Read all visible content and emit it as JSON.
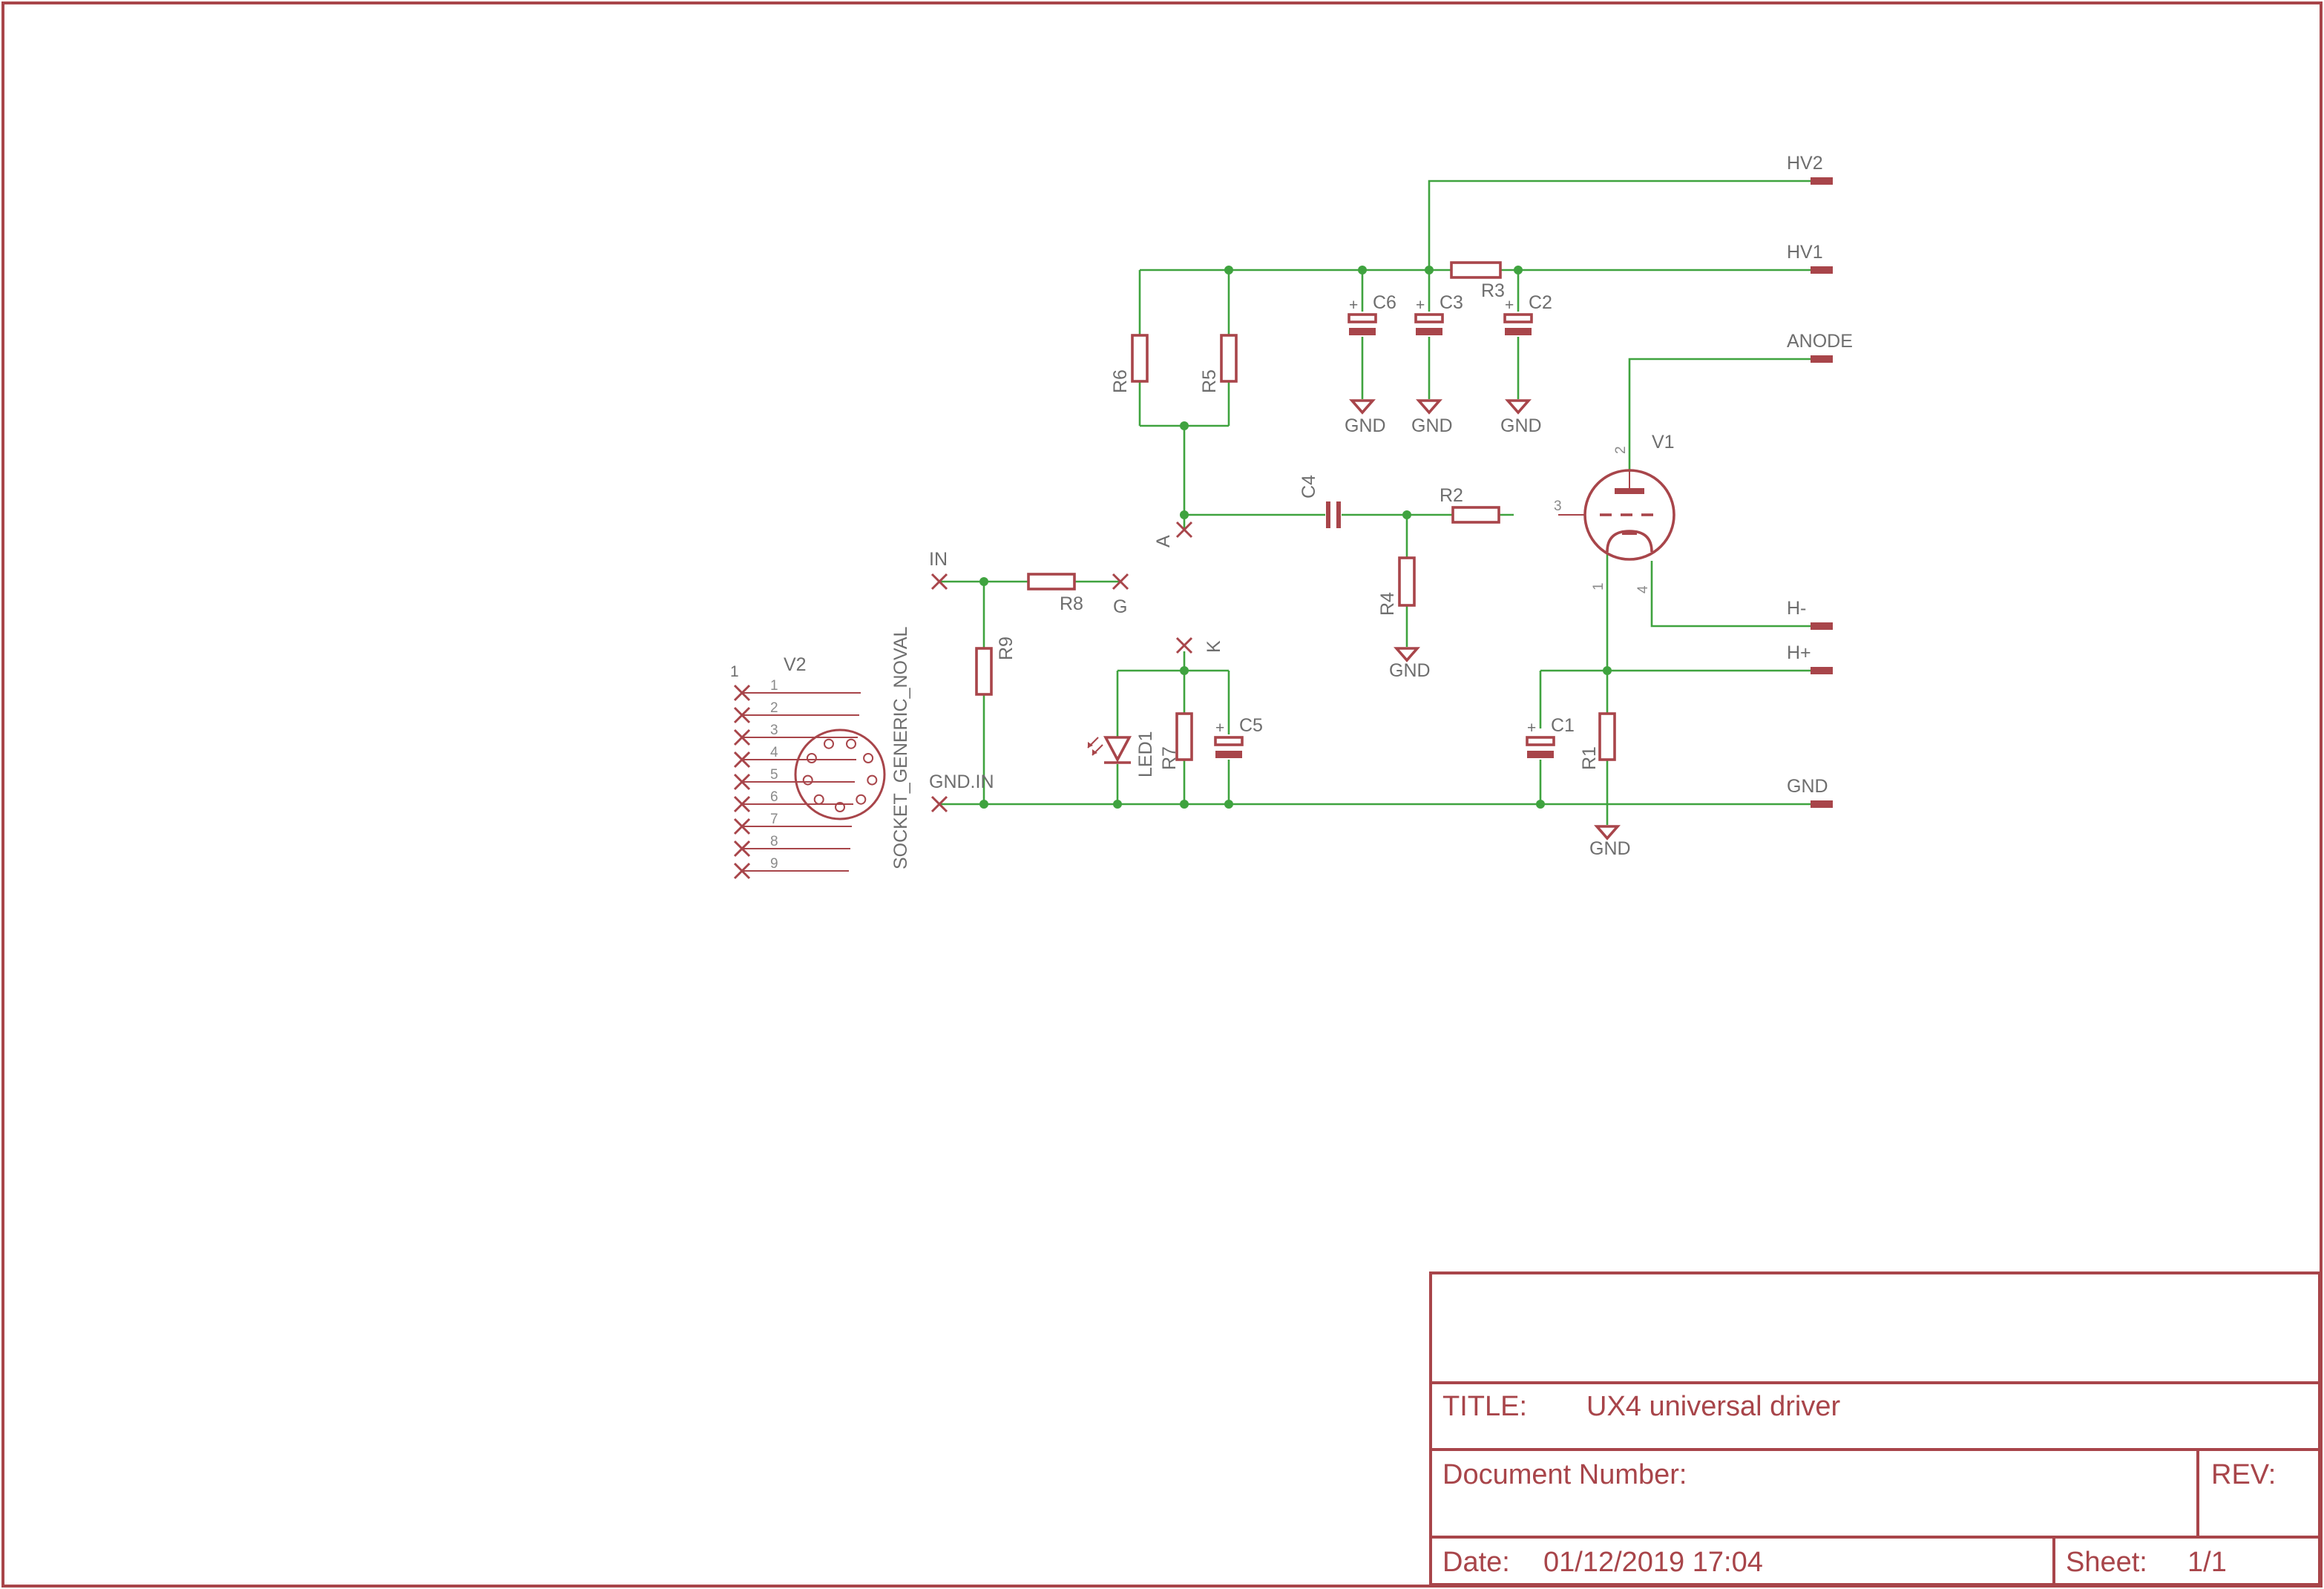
{
  "title_block": {
    "title_label": "TITLE:",
    "title_value": "UX4 universal driver",
    "docnum_label": "Document Number:",
    "rev_label": "REV:",
    "date_label": "Date:",
    "date_value": "01/12/2019 17:04",
    "sheet_label": "Sheet:",
    "sheet_value": "1/1"
  },
  "ports": {
    "hv2": "HV2",
    "hv1": "HV1",
    "anode": "ANODE",
    "h_minus": "H-",
    "h_plus": "H+",
    "gnd": "GND"
  },
  "components": {
    "r1": "R1",
    "r2": "R2",
    "r3": "R3",
    "r4": "R4",
    "r5": "R5",
    "r6": "R6",
    "r7": "R7",
    "r8": "R8",
    "r9": "R9",
    "c1": "C1",
    "c2": "C2",
    "c3": "C3",
    "c4": "C4",
    "c5": "C5",
    "c6": "C6",
    "led1": "LED1",
    "v1": "V1",
    "v2": "V2",
    "socket": "SOCKET_GENERIC_NOVAL"
  },
  "nets": {
    "a": "A",
    "g": "G",
    "k": "K",
    "in": "IN",
    "gnd_in": "GND.IN"
  },
  "gnd_symbol": "GND",
  "plus_sign": "+",
  "v1_pins": [
    "2",
    "3",
    "1",
    "4"
  ],
  "v2_pins": [
    "1",
    "2",
    "3",
    "4",
    "5",
    "6",
    "7",
    "8",
    "9"
  ],
  "v2_corner_pin": "1"
}
